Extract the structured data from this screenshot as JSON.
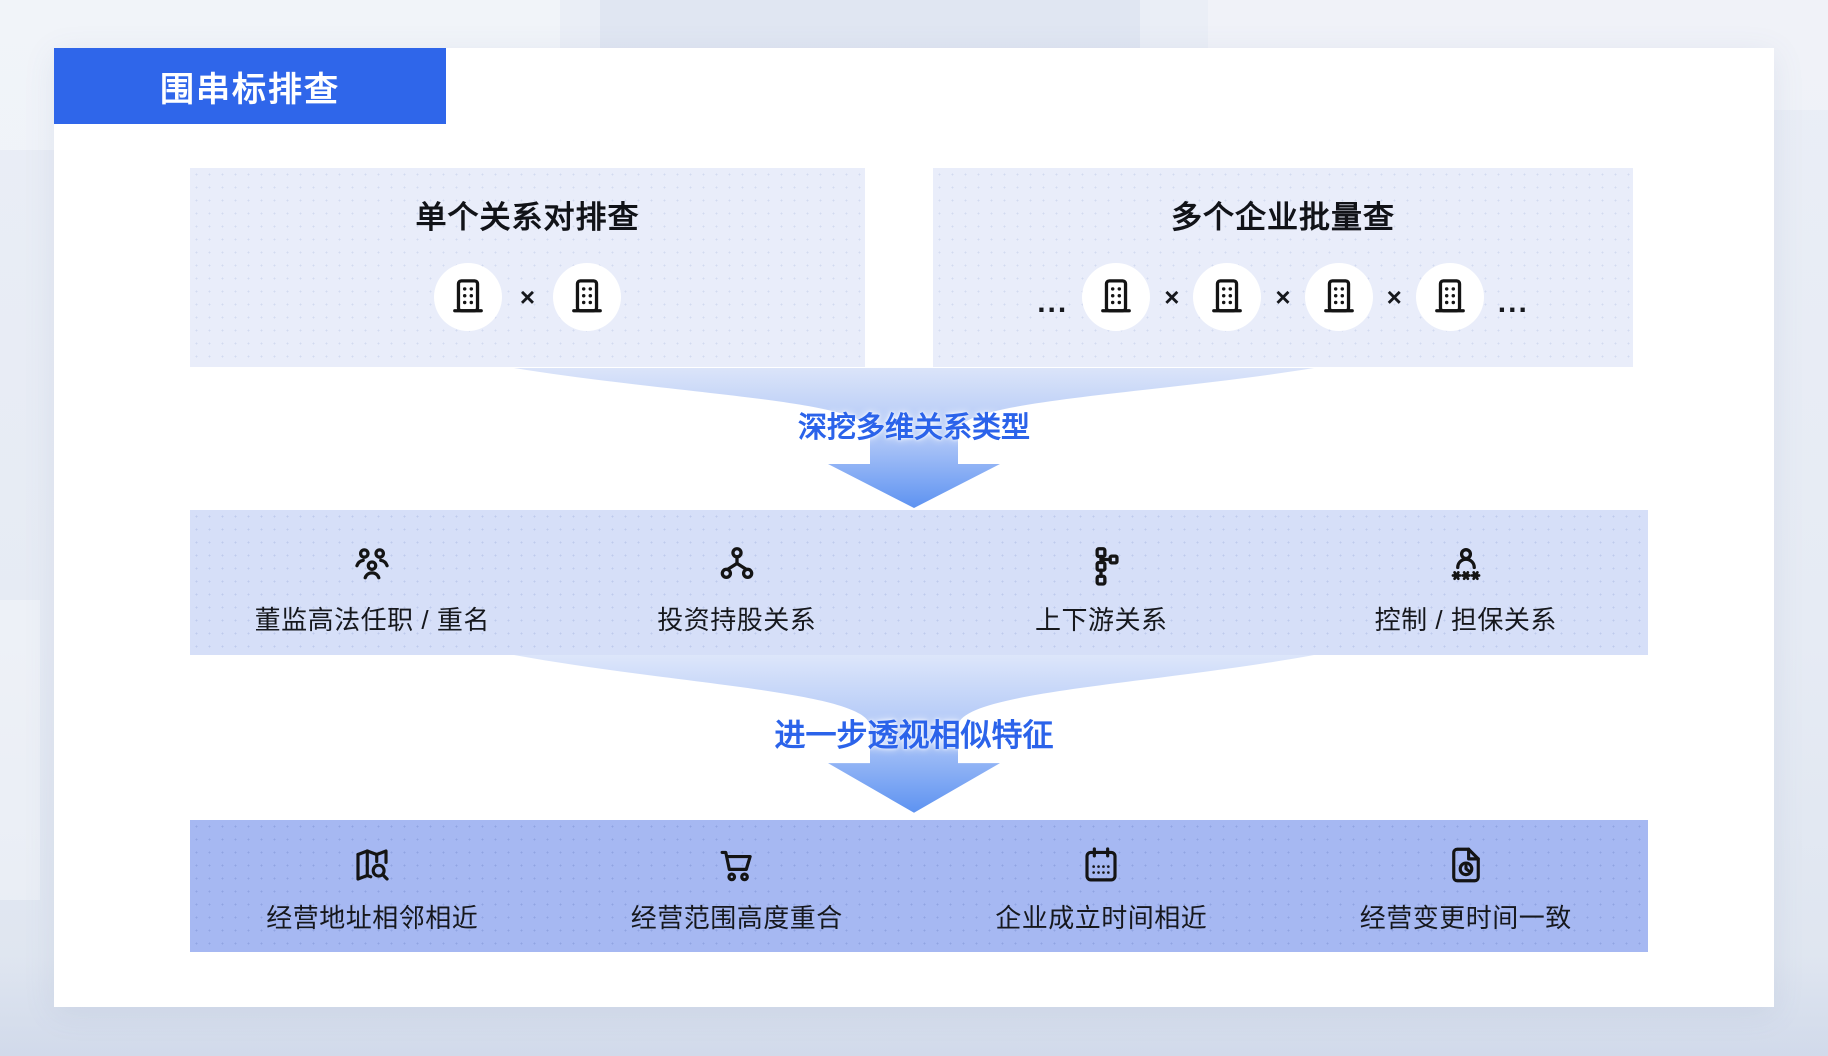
{
  "badge": {
    "title": "围串标排查"
  },
  "top_section": {
    "left_box": {
      "title": "单个关系对排查",
      "pair_separator": "×"
    },
    "right_box": {
      "title": "多个企业批量查",
      "leading_ellipsis": "...",
      "trailing_ellipsis": "...",
      "pair_separator": "×"
    }
  },
  "funnels": [
    {
      "label": "深挖多维关系类型"
    },
    {
      "label": "进一步透视相似特征"
    }
  ],
  "row1": {
    "items": [
      {
        "icon": "people-group-icon",
        "label": "董监高法任职 / 重名"
      },
      {
        "icon": "org-chart-icon",
        "label": "投资持股关系"
      },
      {
        "icon": "flow-nodes-icon",
        "label": "上下游关系"
      },
      {
        "icon": "person-asterisks-icon",
        "label": "控制 / 担保关系"
      }
    ]
  },
  "row2": {
    "items": [
      {
        "icon": "map-search-icon",
        "label": "经营地址相邻相近"
      },
      {
        "icon": "cart-icon",
        "label": "经营范围高度重合"
      },
      {
        "icon": "calendar-icon",
        "label": "企业成立时间相近"
      },
      {
        "icon": "file-clock-icon",
        "label": "经营变更时间一致"
      }
    ]
  },
  "colors": {
    "badge_blue": "#2f66ea",
    "funnel_text_blue": "#2b63ea",
    "funnel_gradient_top": "#dbe4f9",
    "funnel_gradient_tip": "#5e93f1",
    "top_box_bg": "#e9edfa",
    "row1_bg": "#d6dff8",
    "row2_bg": "#a6b8f2",
    "icon_stroke": "#141414",
    "card_bg": "#ffffff",
    "page_bg": "#e8edf5"
  }
}
